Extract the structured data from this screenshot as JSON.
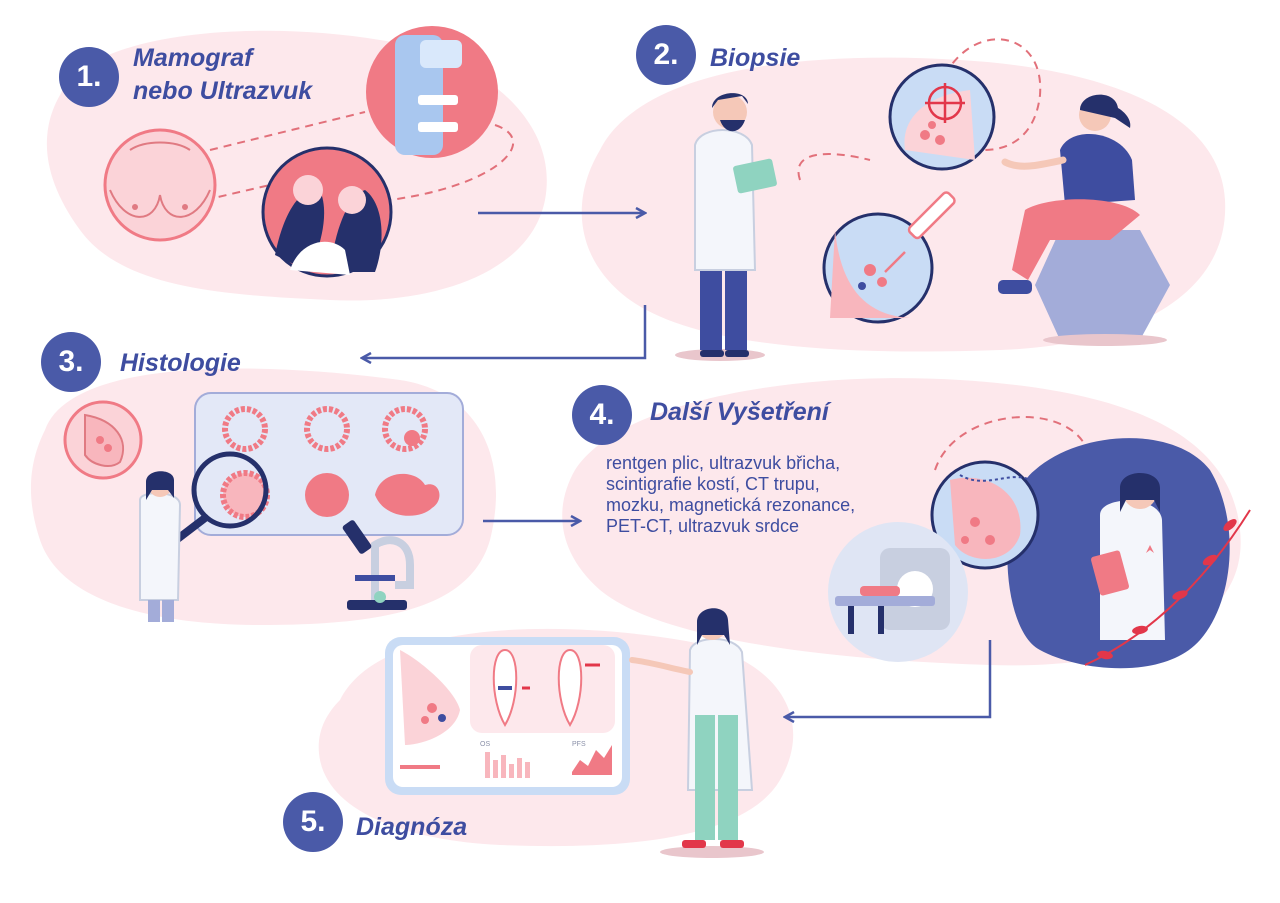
{
  "colors": {
    "blob": "#fde8ec",
    "pink": "#f07a85",
    "pink_light": "#f8b6bd",
    "navy": "#3e4da0",
    "navy_dark": "#25306b",
    "badge": "#4a5aa8",
    "light_blue": "#c9dcf5",
    "arrow": "#4a5aa8"
  },
  "steps": [
    {
      "number": "1.",
      "title_lines": [
        "Mamograf",
        "nebo Ultrazvuk"
      ],
      "icon": "mammography-icon"
    },
    {
      "number": "2.",
      "title_lines": [
        "Biopsie"
      ],
      "icon": "biopsy-syringe-icon"
    },
    {
      "number": "3.",
      "title_lines": [
        "Histologie"
      ],
      "icon": "microscope-icon"
    },
    {
      "number": "4.",
      "title_lines": [
        "Další Vyšetření"
      ],
      "icon": "mri-scanner-icon"
    },
    {
      "number": "5.",
      "title_lines": [
        "Diagnóza"
      ],
      "icon": "diagnosis-board-icon"
    }
  ],
  "exams": [
    "rentgen plic, ultrazvuk břicha,",
    "scintigrafie kostí, CT trupu,",
    "mozku, magnetická rezonance,",
    "PET-CT, ultrazvuk srdce"
  ],
  "board": {
    "chart_left_label": "OS",
    "chart_right_label": "PFS"
  }
}
